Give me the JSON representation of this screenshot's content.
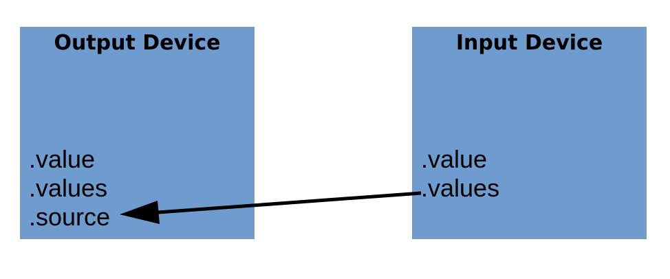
{
  "diagram": {
    "background_color": "#ffffff",
    "box_fill_color": "#6f9bce",
    "text_color": "#000000",
    "arrow_color": "#000000",
    "output_device": {
      "title": "Output Device",
      "members": [
        ".value",
        ".values",
        ".source"
      ]
    },
    "input_device": {
      "title": "Input Device",
      "members": [
        ".value",
        ".values"
      ]
    },
    "arrow": {
      "from": "Input Device .values",
      "to": "Output Device .source",
      "direction": "right-to-left"
    }
  }
}
